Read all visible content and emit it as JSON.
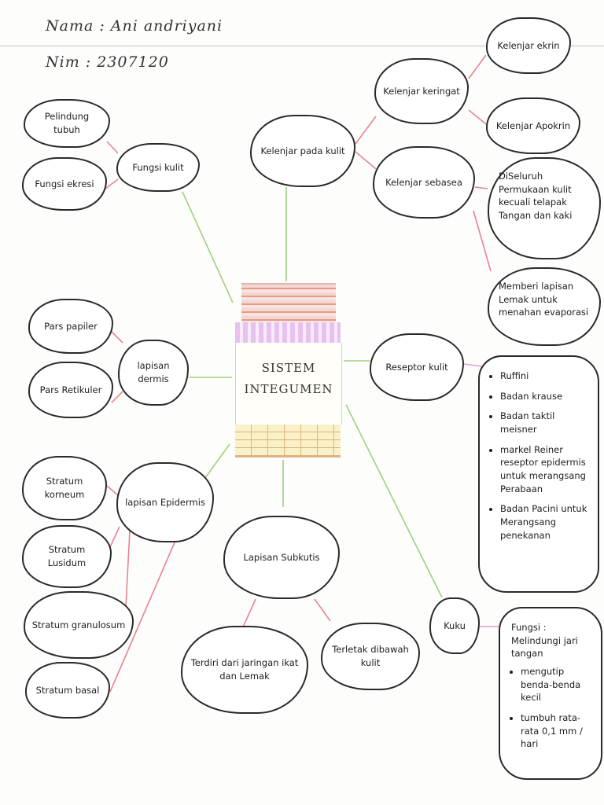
{
  "header": {
    "name_line": "Nama : Ani andriyani",
    "nim_line": "Nim : 2307120"
  },
  "center": {
    "line1": "SISTEM",
    "line2": "INTEGUMEN"
  },
  "nodes": {
    "fungsi_kulit": "Fungsi kulit",
    "pelindung_tubuh": "Pelindung tubuh",
    "fungsi_ekresi": "Fungsi ekresi",
    "kelenjar_pada_kulit": "Kelenjar pada kulit",
    "kelenjar_keringat": "Kelenjar keringat",
    "kelenjar_sebasea": "Kelenjar sebasea",
    "kelenjar_ekrin": "Kelenjar ekrin",
    "kelenjar_apokrin": "Kelenjar Apokrin",
    "diseluruh_permukaan": "DiSeluruh Permukaan kulit kecuali telapak Tangan dan kaki",
    "memberi_lapisan": "Memberi lapisan Lemak untuk menahan evaporasi",
    "lapisan_dermis": "lapisan dermis",
    "pars_papiler": "Pars papiler",
    "pars_retikuler": "Pars Retikuler",
    "reseptor_kulit": "Reseptor kulit",
    "lapisan_epidermis": "lapisan Epidermis",
    "stratum_korneum": "Stratum korneum",
    "stratum_lusidum": "Stratum Lusidum",
    "stratum_granulosum": "Stratum granulosum",
    "stratum_basal": "Stratum basal",
    "lapisan_subkutis": "Lapisan Subkutis",
    "terdiri_dari": "Terdiri dari jaringan ikat dan Lemak",
    "terletak_dibawah": "Terletak dibawah kulit",
    "kuku": "Kuku"
  },
  "reseptor_list": [
    "Ruffini",
    "Badan krause",
    "Badan taktil meisner",
    "markel Reiner reseptor epidermis untuk merangsang Perabaan",
    "Badan Pacini untuk Merangsang penekanan"
  ],
  "kuku_box": {
    "head": "Fungsi : Melindungi jari tangan",
    "items": [
      "mengutip benda-benda kecil",
      "tumbuh rata-rata 0,1 mm / hari"
    ]
  },
  "colors": {
    "branch_green": "#9ed27f",
    "leaf_red": "#e8848f",
    "leaf_pink": "#e79ad6",
    "outline": "#2a2a2a"
  }
}
